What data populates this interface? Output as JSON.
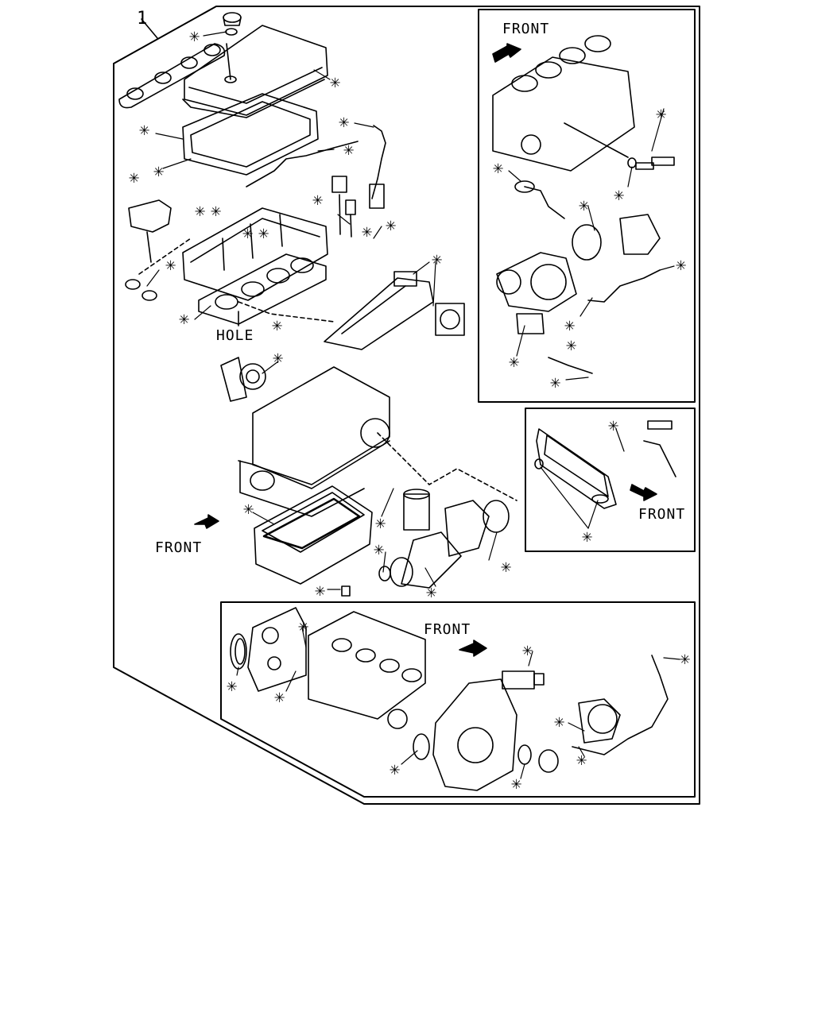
{
  "diagram": {
    "part_number": "1",
    "marker_symbol": "✳",
    "labels": {
      "hole": "HOLE",
      "front": "FRONT"
    }
  }
}
